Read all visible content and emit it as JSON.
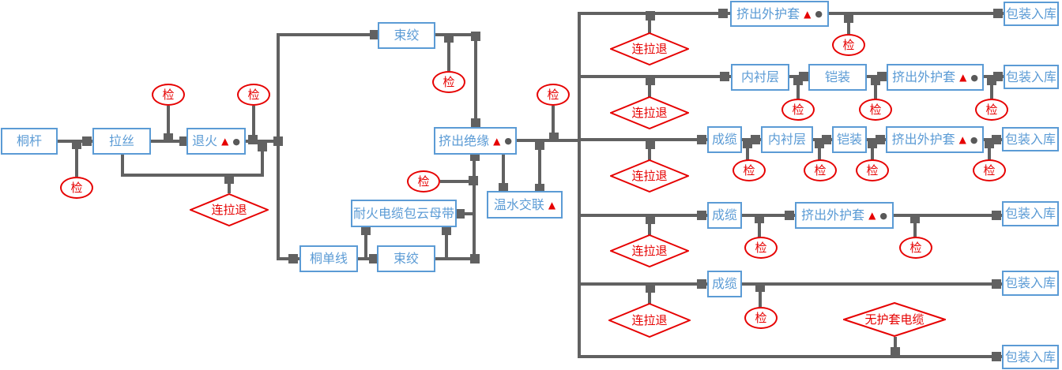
{
  "colors": {
    "node_border": "#5B9BD5",
    "node_text": "#5B9BD5",
    "inspection_red": "#E60000",
    "line_gray": "#616161",
    "dot_gray": "#595959",
    "background": "#FFFFFF"
  },
  "symbols": {
    "triangle": "▲",
    "dot": "●"
  },
  "boxes": [
    {
      "id": "box-tonggan",
      "label": "桐杆",
      "triangle": false,
      "dot": false
    },
    {
      "id": "box-lasi",
      "label": "拉丝",
      "triangle": false,
      "dot": false
    },
    {
      "id": "box-tuihuo",
      "label": "退火",
      "triangle": true,
      "dot": true
    },
    {
      "id": "box-shujiao-top",
      "label": "束绞",
      "triangle": false,
      "dot": false
    },
    {
      "id": "box-jichu-jueyuan",
      "label": "挤出绝缘",
      "triangle": true,
      "dot": true
    },
    {
      "id": "box-naihuo-yunmudai",
      "label": "耐火电缆包云母带",
      "triangle": false,
      "dot": false
    },
    {
      "id": "box-tongdanxian",
      "label": "桐单线",
      "triangle": false,
      "dot": false
    },
    {
      "id": "box-shujiao-bottom",
      "label": "束绞",
      "triangle": false,
      "dot": false
    },
    {
      "id": "box-wenshui-jiaolian",
      "label": "温水交联",
      "triangle": true,
      "dot": false
    },
    {
      "id": "box-jichu-waihutao-r1",
      "label": "挤出外护套",
      "triangle": true,
      "dot": true
    },
    {
      "id": "box-baozhuang-ruku-r1",
      "label": "包装入库",
      "triangle": false,
      "dot": false
    },
    {
      "id": "box-neichenceng-r2",
      "label": "内衬层",
      "triangle": false,
      "dot": false
    },
    {
      "id": "box-kaizhuang-r2",
      "label": "铠装",
      "triangle": false,
      "dot": false
    },
    {
      "id": "box-jichu-waihutao-r2",
      "label": "挤出外护套",
      "triangle": true,
      "dot": true
    },
    {
      "id": "box-baozhuang-ruku-r2",
      "label": "包装入库",
      "triangle": false,
      "dot": false
    },
    {
      "id": "box-chenglan-r3",
      "label": "成缆",
      "triangle": false,
      "dot": false
    },
    {
      "id": "box-neichenceng-r3",
      "label": "内衬层",
      "triangle": false,
      "dot": false
    },
    {
      "id": "box-kaizhuang-r3",
      "label": "铠装",
      "triangle": false,
      "dot": false
    },
    {
      "id": "box-jichu-waihutao-r3",
      "label": "挤出外护套",
      "triangle": true,
      "dot": true
    },
    {
      "id": "box-baozhuang-ruku-r3",
      "label": "包装入库",
      "triangle": false,
      "dot": false
    },
    {
      "id": "box-chenglan-r4",
      "label": "成缆",
      "triangle": false,
      "dot": false
    },
    {
      "id": "box-jichu-waihutao-r4",
      "label": "挤出外护套",
      "triangle": true,
      "dot": true
    },
    {
      "id": "box-baozhuang-ruku-r4",
      "label": "包装入库",
      "triangle": false,
      "dot": false
    },
    {
      "id": "box-chenglan-r5",
      "label": "成缆",
      "triangle": false,
      "dot": false
    },
    {
      "id": "box-baozhuang-ruku-r5",
      "label": "包装入库",
      "triangle": false,
      "dot": false
    },
    {
      "id": "box-baozhuang-ruku-r6",
      "label": "包装入库",
      "triangle": false,
      "dot": false
    }
  ],
  "circles": [
    {
      "label": "检"
    },
    {
      "label": "检"
    },
    {
      "label": "检"
    },
    {
      "label": "检"
    },
    {
      "label": "检"
    },
    {
      "label": "检"
    },
    {
      "label": "检"
    },
    {
      "label": "检"
    },
    {
      "label": "检"
    },
    {
      "label": "检"
    },
    {
      "label": "检"
    },
    {
      "label": "检"
    },
    {
      "label": "检"
    },
    {
      "label": "检"
    },
    {
      "label": "检"
    },
    {
      "label": "检"
    },
    {
      "label": "检"
    }
  ],
  "diamonds": [
    {
      "id": "diamond-lianlatui-left",
      "label": "连拉退"
    },
    {
      "id": "diamond-lianlatui-r1",
      "label": "连拉退"
    },
    {
      "id": "diamond-lianlatui-r2",
      "label": "连拉退"
    },
    {
      "id": "diamond-lianlatui-r3",
      "label": "连拉退"
    },
    {
      "id": "diamond-lianlatui-r4",
      "label": "连拉退"
    },
    {
      "id": "diamond-lianlatui-r5",
      "label": "连拉退"
    },
    {
      "id": "diamond-wuhutao-dianlan",
      "label": "无护套电缆"
    }
  ]
}
